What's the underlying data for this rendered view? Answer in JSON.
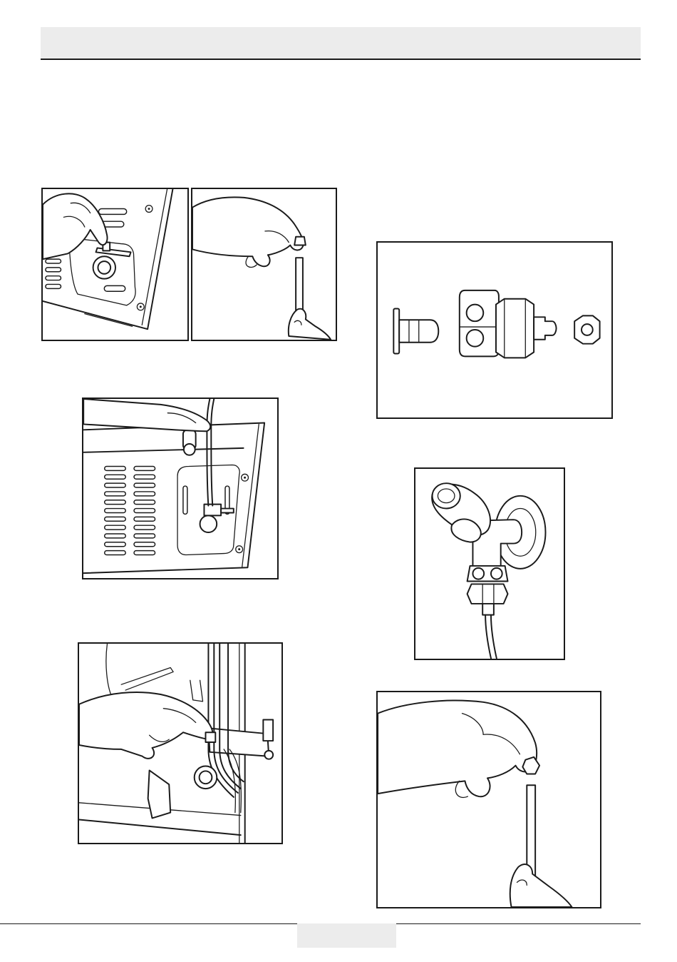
{
  "page": {
    "header_text": "",
    "page_number": ""
  },
  "figures": [
    {
      "id": "fig-a",
      "icon": "remove-cap-from-rear-connector-illustration"
    },
    {
      "id": "fig-b",
      "icon": "hand-holding-tube-and-cap-illustration"
    },
    {
      "id": "fig-c",
      "icon": "fitting-components-illustration"
    },
    {
      "id": "fig-d",
      "icon": "insert-tube-into-rear-connector-illustration"
    },
    {
      "id": "fig-e",
      "icon": "angle-valve-with-tube-illustration"
    },
    {
      "id": "fig-f",
      "icon": "route-and-clip-tubes-illustration"
    },
    {
      "id": "fig-g",
      "icon": "hand-holding-tube-and-nut-illustration"
    }
  ],
  "colors": {
    "line": "#1a1a1a",
    "band": "#ececec",
    "paper": "#ffffff"
  }
}
